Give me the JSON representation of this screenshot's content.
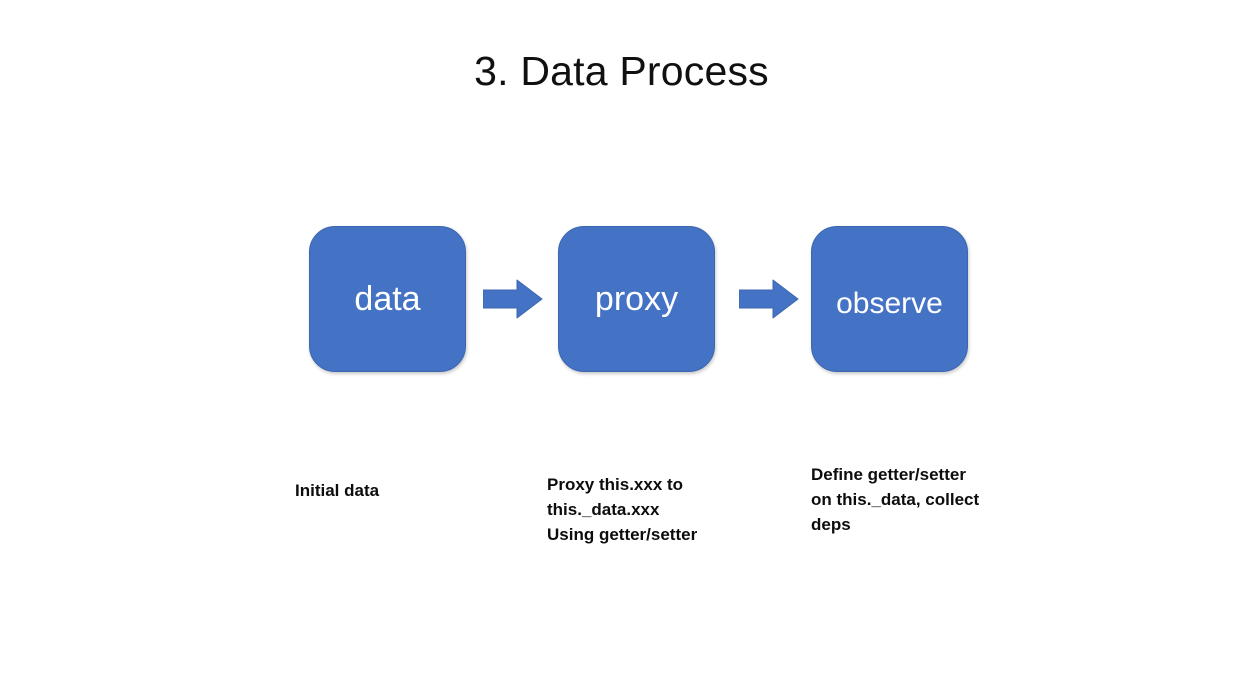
{
  "slide": {
    "title": "3. Data Process",
    "background_color": "#ffffff"
  },
  "theme": {
    "box_fill": "#4472C4",
    "box_border": "#3D66B0",
    "box_text_color": "#FFFFFF",
    "caption_color": "#0D0D0D",
    "title_color": "#101010"
  },
  "diagram": {
    "type": "flow",
    "nodes": [
      {
        "id": "data",
        "label": "data"
      },
      {
        "id": "proxy",
        "label": "proxy"
      },
      {
        "id": "observe",
        "label": "observe"
      }
    ],
    "connectors": [
      {
        "id": "arrow-1",
        "from": "data",
        "to": "proxy",
        "shape": "right-block-arrow"
      },
      {
        "id": "arrow-2",
        "from": "proxy",
        "to": "observe",
        "shape": "right-block-arrow"
      }
    ],
    "captions": [
      {
        "for": "data",
        "text": "Initial data"
      },
      {
        "for": "proxy",
        "text": "Proxy this.xxx to\nthis._data.xxx\nUsing getter/setter"
      },
      {
        "for": "observe",
        "text": "Define getter/setter\non this._data, collect\ndeps"
      }
    ]
  }
}
